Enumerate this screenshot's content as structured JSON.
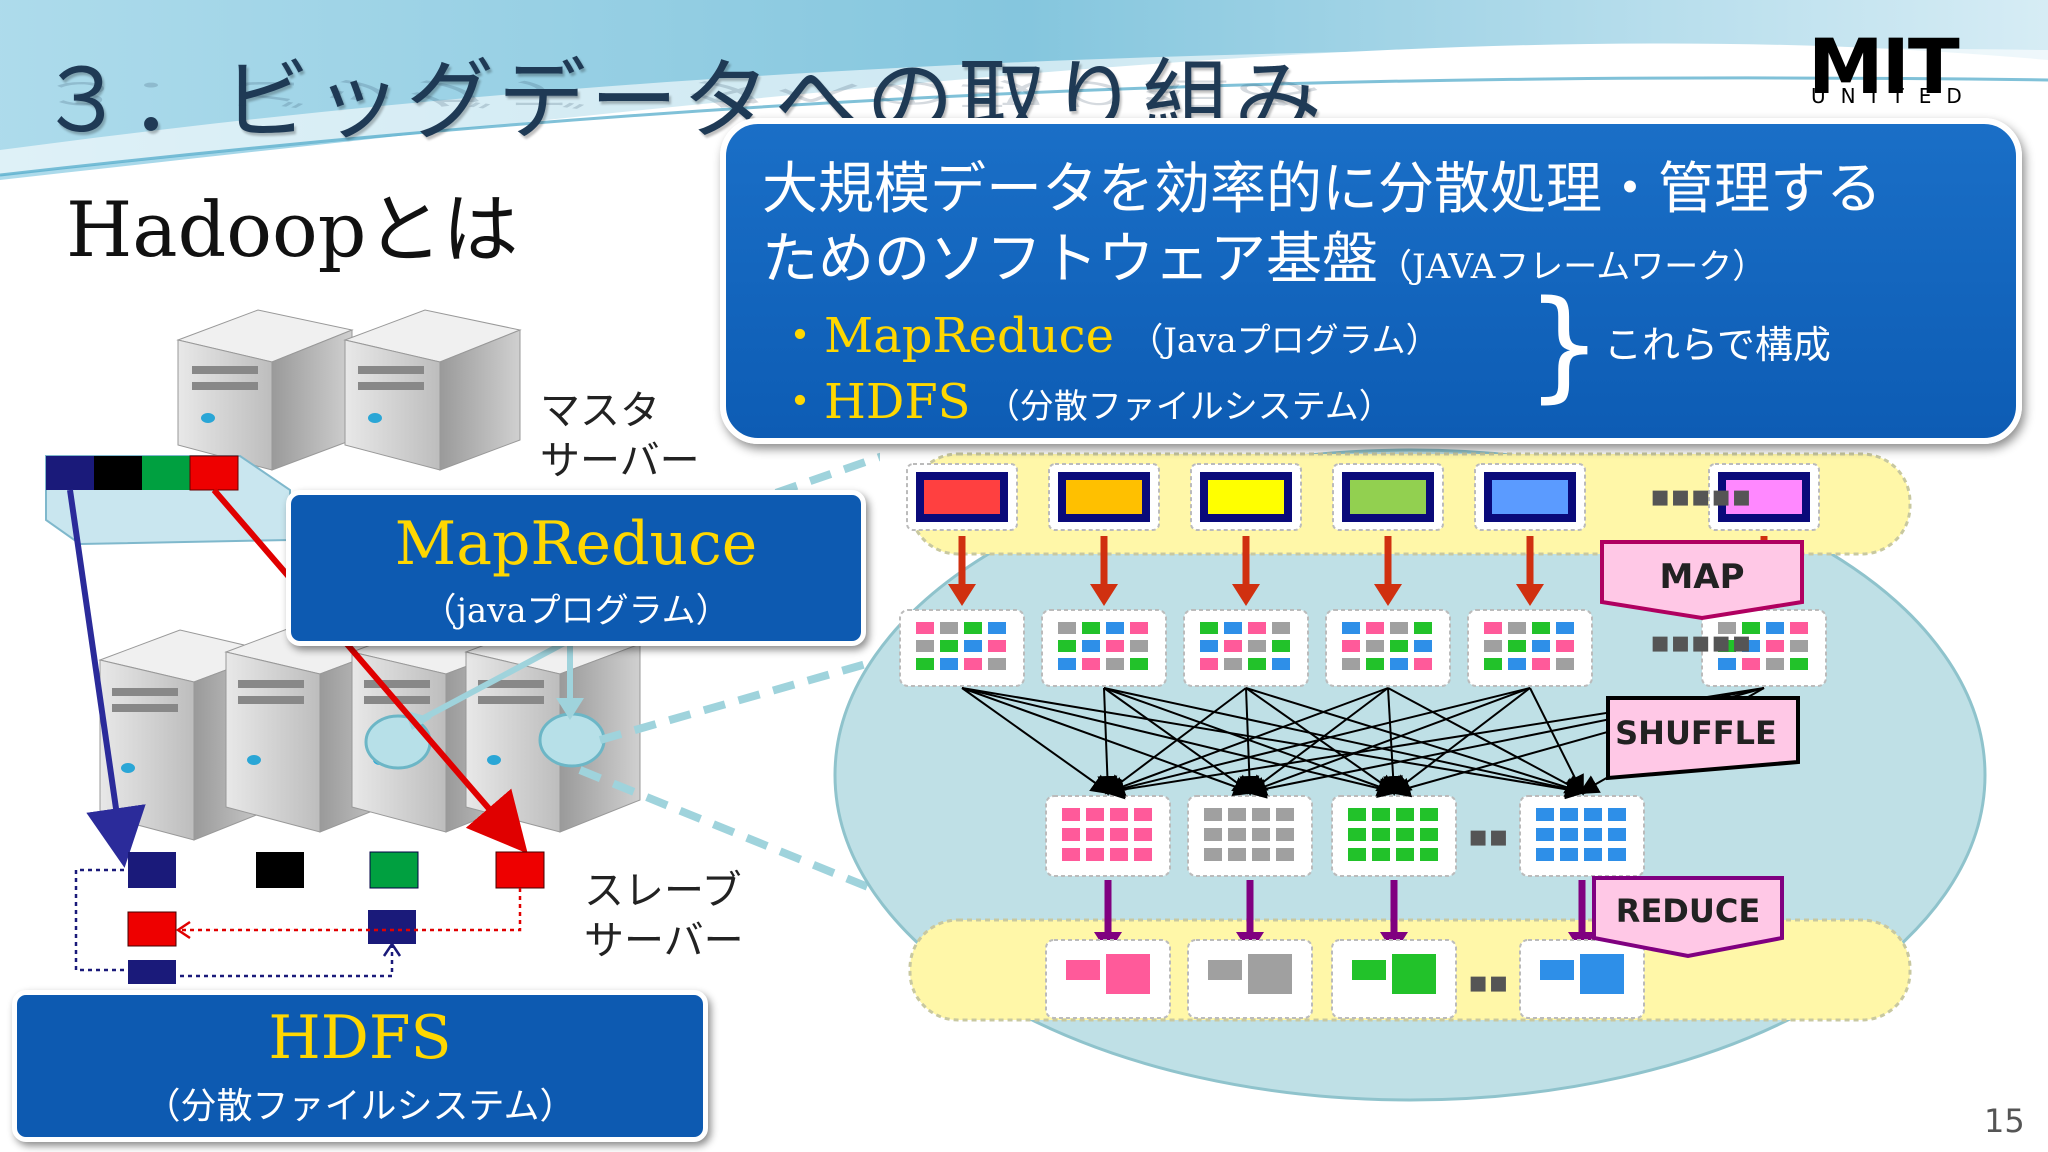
{
  "header": {
    "title": "３．ビッグデータへの取り組み",
    "subtitle": "Hadoopとは",
    "logo_main": "MIT",
    "logo_sub": "UNITED"
  },
  "callout": {
    "line1": "大規模データを効率的に分散処理・管理する",
    "line2": "ためのソフトウェア基盤",
    "line2_small": "（JAVAフレームワーク）",
    "bullets": [
      {
        "name": "・MapReduce",
        "note": "（Javaプログラム）"
      },
      {
        "name": "・HDFS",
        "note": "（分散ファイルシステム）"
      }
    ],
    "compose": "これらで構成"
  },
  "left": {
    "master_label": "マスタ\nサーバー",
    "slave_label": "スレーブ\nサーバー",
    "mapreduce_title": "MapReduce",
    "mapreduce_sub": "（javaプログラム）",
    "hdfs_title": "HDFS",
    "hdfs_sub": "（分散ファイルシステム）"
  },
  "diagram": {
    "stages": [
      "MAP",
      "SHUFFLE",
      "REDUCE"
    ],
    "input_colors": [
      "#ff4040",
      "#ffc000",
      "#ffff00",
      "#92d050",
      "#5b9bff",
      "#ff88ff"
    ],
    "reduce_colors": [
      "#ff5a9a",
      "#a0a0a0",
      "#22c22a",
      "#2e8fe8"
    ],
    "block_colors": [
      "#1a1a7a",
      "#000000",
      "#00a040",
      "#ee0000"
    ]
  },
  "page_number": "15"
}
